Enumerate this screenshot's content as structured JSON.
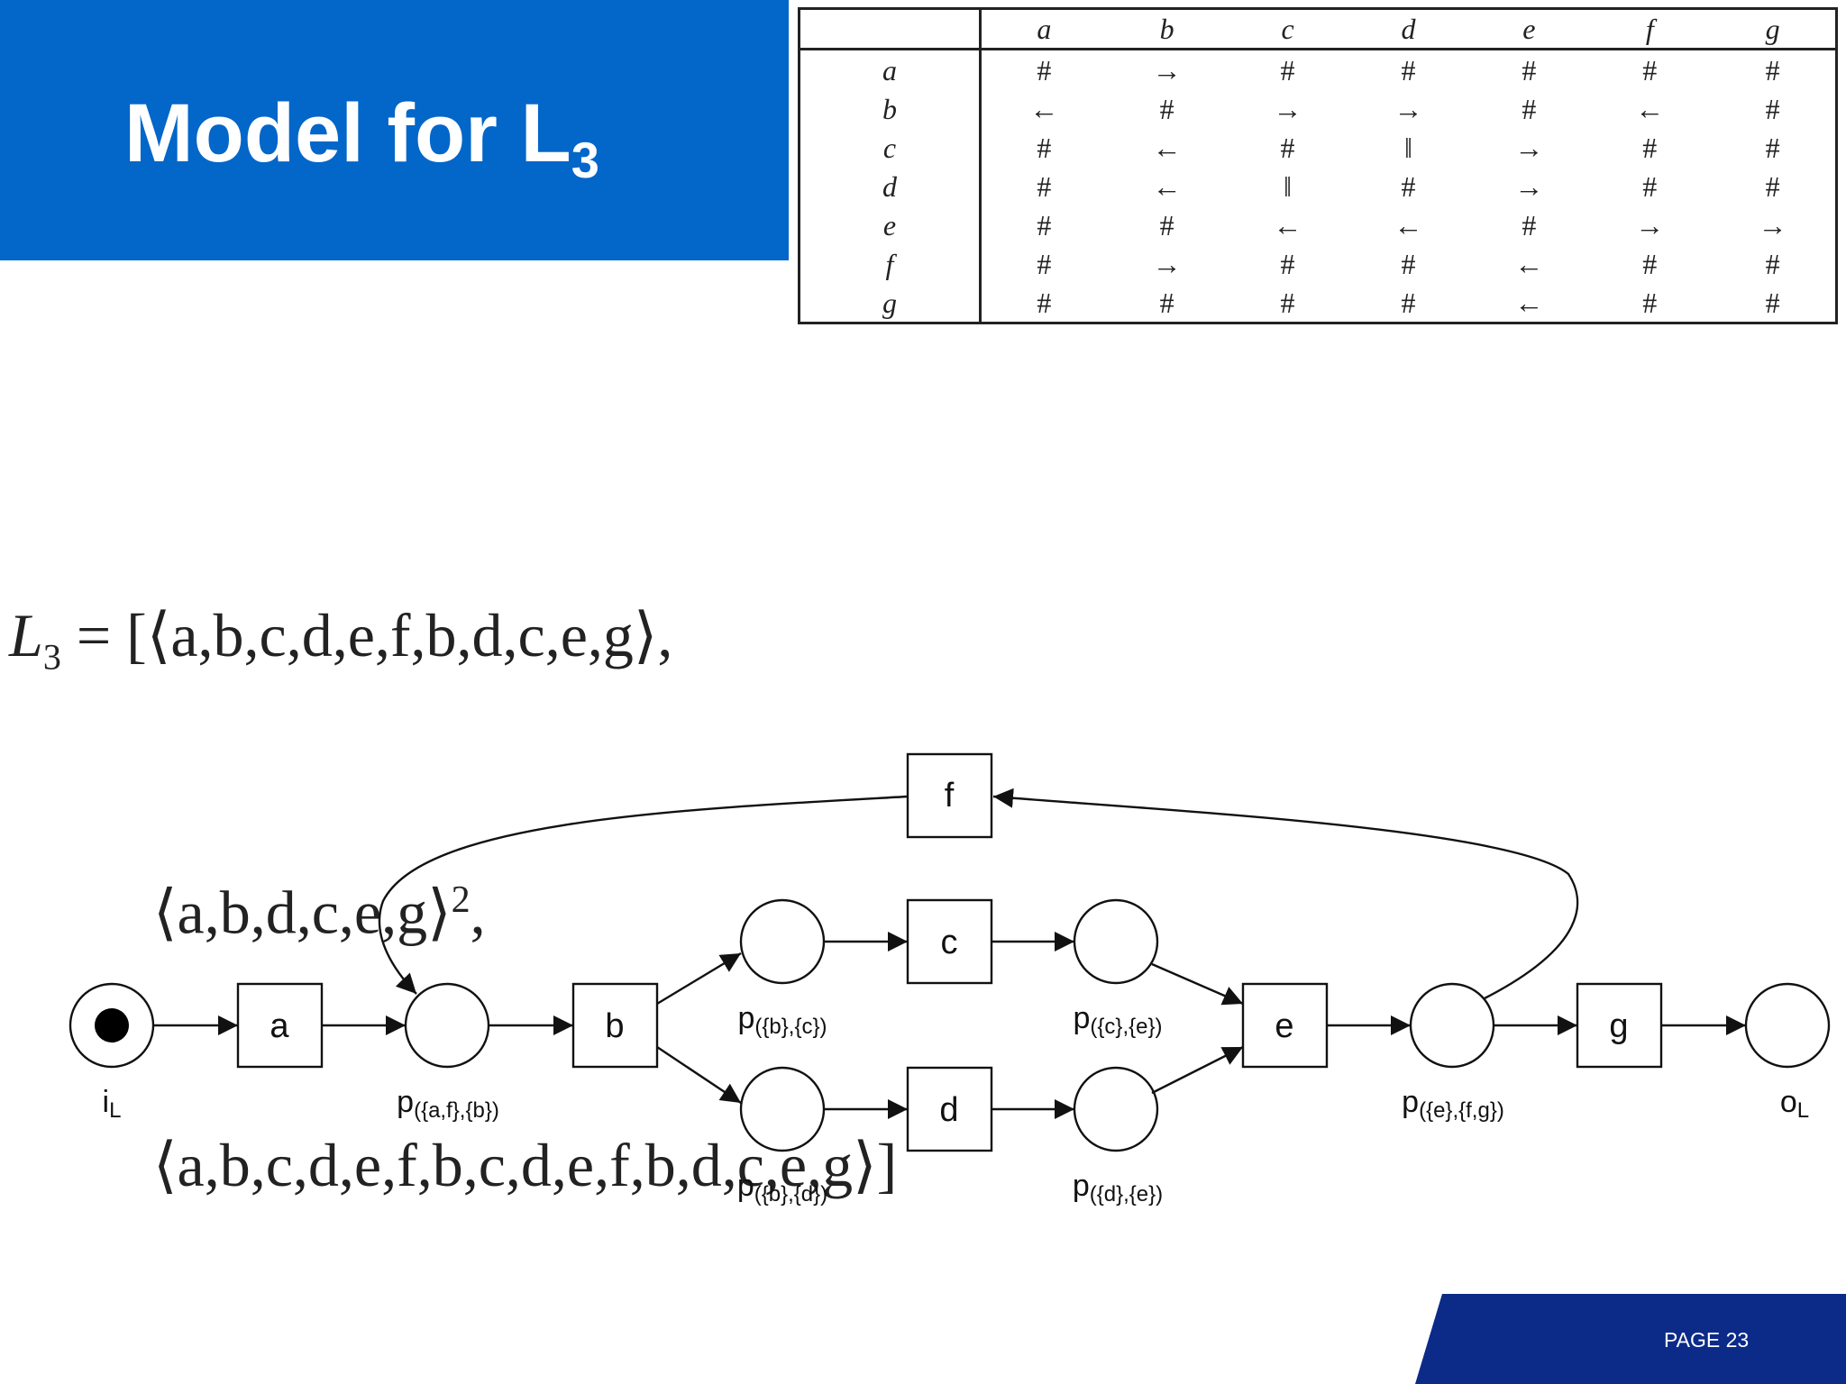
{
  "slide": {
    "title": "Model for L",
    "title_sub": "3",
    "page": "PAGE 23",
    "colors": {
      "banner": "#0366c9",
      "footer": "#0c2a88"
    }
  },
  "footprint": {
    "headers": [
      "a",
      "b",
      "c",
      "d",
      "e",
      "f",
      "g"
    ],
    "rows": [
      {
        "label": "a",
        "cells": [
          "#",
          "→",
          "#",
          "#",
          "#",
          "#",
          "#"
        ]
      },
      {
        "label": "b",
        "cells": [
          "←",
          "#",
          "→",
          "→",
          "#",
          "←",
          "#"
        ]
      },
      {
        "label": "c",
        "cells": [
          "#",
          "←",
          "#",
          "‖",
          "→",
          "#",
          "#"
        ]
      },
      {
        "label": "d",
        "cells": [
          "#",
          "←",
          "‖",
          "#",
          "→",
          "#",
          "#"
        ]
      },
      {
        "label": "e",
        "cells": [
          "#",
          "#",
          "←",
          "←",
          "#",
          "→",
          "→"
        ]
      },
      {
        "label": "f",
        "cells": [
          "#",
          "→",
          "#",
          "#",
          "←",
          "#",
          "#"
        ]
      },
      {
        "label": "g",
        "cells": [
          "#",
          "#",
          "#",
          "#",
          "←",
          "#",
          "#"
        ]
      }
    ]
  },
  "log": {
    "name": "L",
    "name_sub": "3",
    "line1": " = [⟨a,b,c,d,e,f,b,d,c,e,g⟩,",
    "line2": "⟨a,b,d,c,e,g⟩",
    "line2_sup": "2",
    "line2_end": ",",
    "line3": "⟨a,b,c,d,e,f,b,c,d,e,f,b,d,c,e,g⟩]"
  },
  "petri_net": {
    "transitions": [
      "a",
      "b",
      "c",
      "d",
      "e",
      "f",
      "g"
    ],
    "places": {
      "start": {
        "label": "i",
        "sub": "L"
      },
      "p_af_b": {
        "label": "p",
        "sub": "({a,f},{b})"
      },
      "p_b_c": {
        "label": "p",
        "sub": "({b},{c})"
      },
      "p_b_d": {
        "label": "p",
        "sub": "({b},{d})"
      },
      "p_c_e": {
        "label": "p",
        "sub": "({c},{e})"
      },
      "p_d_e": {
        "label": "p",
        "sub": "({d},{e})"
      },
      "p_e_fg": {
        "label": "p",
        "sub": "({e},{f,g})"
      },
      "end": {
        "label": "o",
        "sub": "L"
      }
    },
    "initial_marking": "start"
  }
}
